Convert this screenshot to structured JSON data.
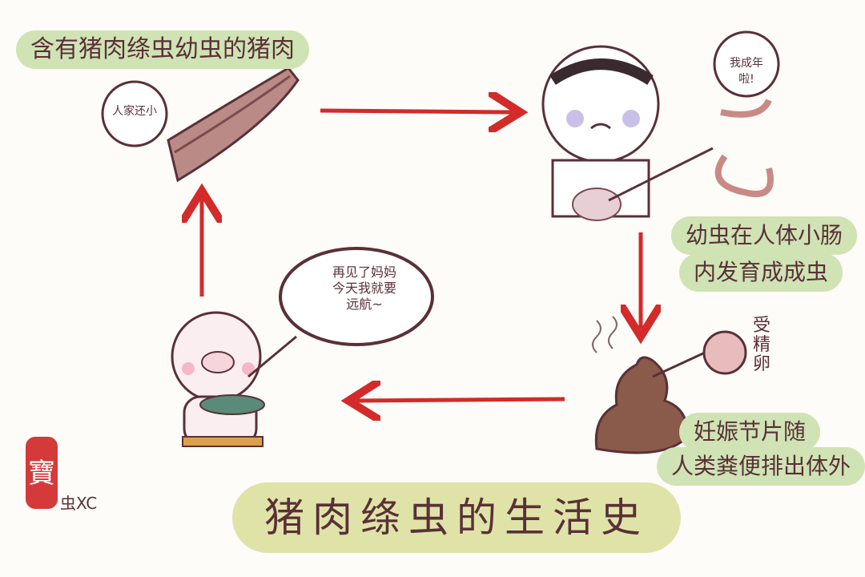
{
  "title": "猪肉绦虫的生活史",
  "stages": {
    "pork": {
      "label": "含有猪肉绦虫幼虫的猪肉",
      "bubble": "人家还小"
    },
    "human": {
      "bubble": "我成年啦!",
      "label_line1": "幼虫在人体小肠",
      "label_line2": "内发育成成虫"
    },
    "feces": {
      "egg_label": "受精卵",
      "label_line1": "妊娠节片随",
      "label_line2": "人类粪便排出体外"
    },
    "pig": {
      "bubble_line1": "再见了妈妈",
      "bubble_line2": "今天我就要",
      "bubble_line3": "远航~"
    }
  },
  "signature": {
    "seal": "寶",
    "name": "虫XC"
  },
  "colors": {
    "arrow": "#d42a2a",
    "label_bg": "#cfe3b4",
    "title_bg": "#dfe3a8",
    "ink": "#5a3038"
  }
}
